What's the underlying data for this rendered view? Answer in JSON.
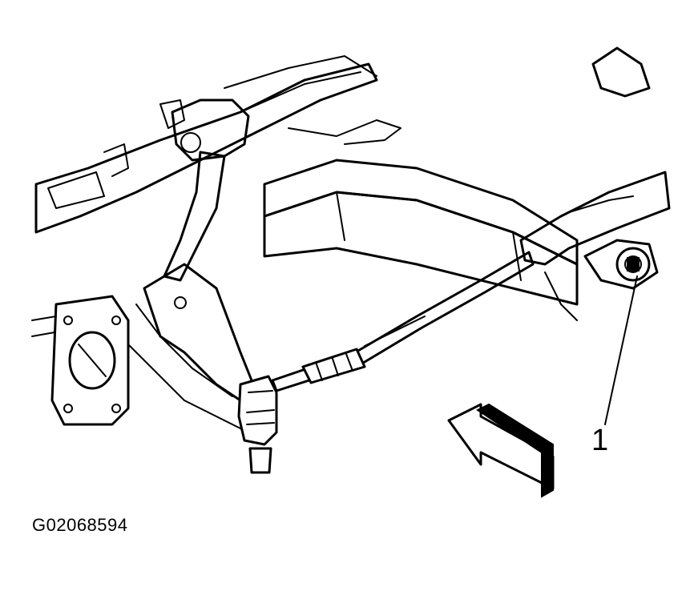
{
  "diagram": {
    "callouts": [
      {
        "label": "1",
        "target": "tie-rod-inner-end"
      }
    ],
    "figure_id": "G02068594",
    "arrow": {
      "direction": "front",
      "meaning": "view direction"
    }
  }
}
